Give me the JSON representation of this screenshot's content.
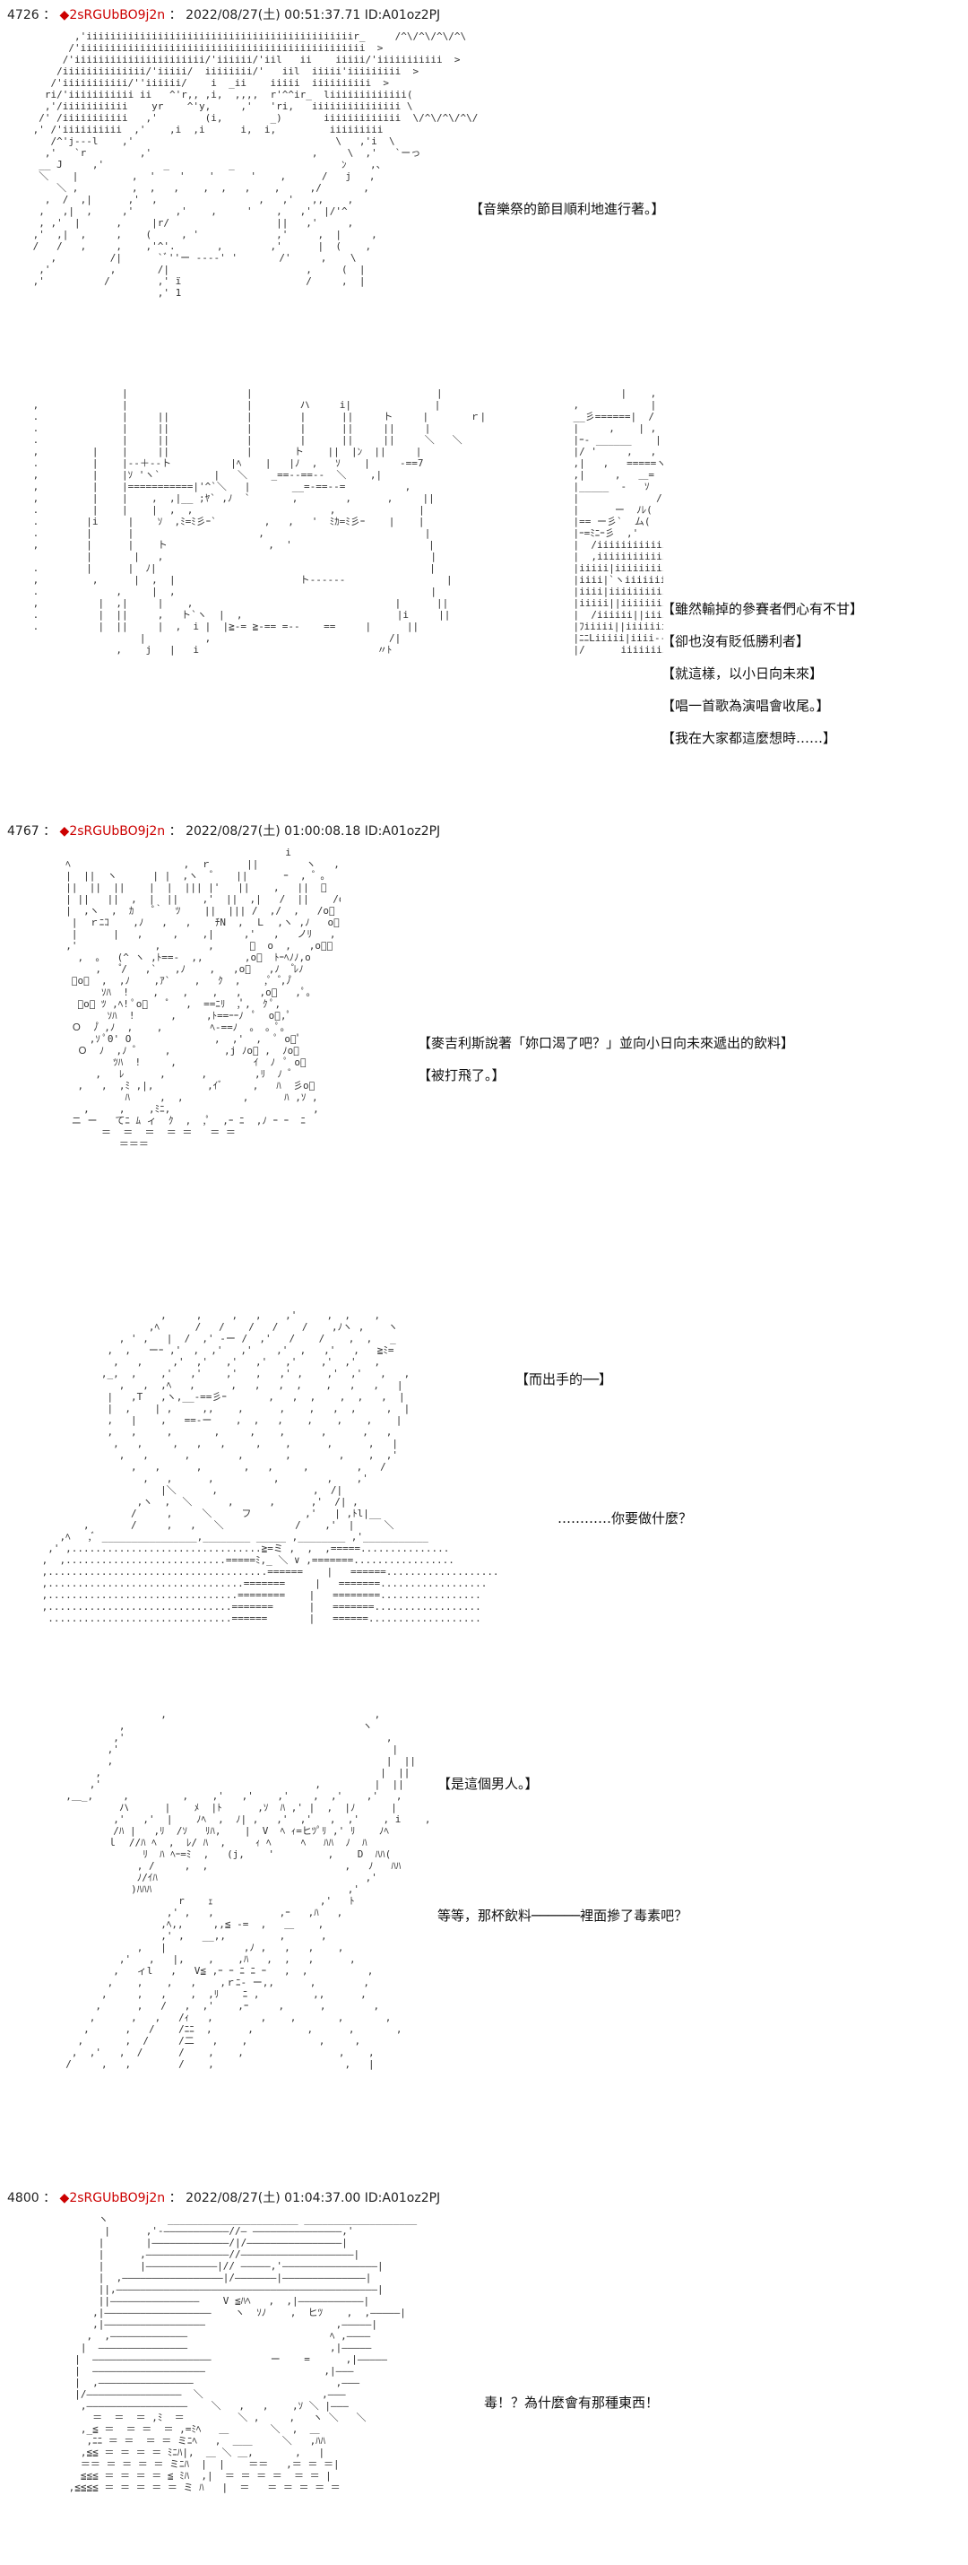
{
  "posts": [
    {
      "number": "4726",
      "name_mark": "◆2sRGUbBO9j2n",
      "datetime": "2022/08/27(土) 00:51:37.71",
      "id": "ID:A01oz2PJ"
    },
    {
      "number": "4767",
      "name_mark": "◆2sRGUbBO9j2n",
      "datetime": "2022/08/27(土) 01:00:08.18",
      "id": "ID:A01oz2PJ"
    },
    {
      "number": "4800",
      "name_mark": "◆2sRGUbBO9j2n",
      "datetime": "2022/08/27(土) 01:04:37.00",
      "id": "ID:A01oz2PJ"
    }
  ],
  "panels": {
    "p1": {
      "lines": [
        "【音樂祭的節目順利地進行著。】"
      ]
    },
    "p2": {
      "lines": [
        "【雖然輸掉的參賽者們心有不甘】",
        "【卻也沒有貶低勝利者】",
        "【就這樣，以小日向未來】",
        "【唱一首歌為演唱會收尾。】",
        "【我在大家都這麼想時……】"
      ]
    },
    "p3": {
      "lines": [
        "【麥吉利斯說著「妳口渴了吧？」並向小日向未來遞出的飲料】",
        "【被打飛了。】"
      ]
    },
    "p4": {
      "lines": [
        "【而出手的──】",
        "…………你要做什麼？"
      ]
    },
    "p5": {
      "lines": [
        "【是這個男人。】",
        "等等，那杯飲料──────裡面摻了毒素吧？"
      ]
    },
    "p6": {
      "lines": [
        "毒！？為什麼會有那種東西！"
      ]
    }
  },
  "colors": {
    "trip": "#cc0000",
    "text": "#111111",
    "art": "#333333"
  }
}
